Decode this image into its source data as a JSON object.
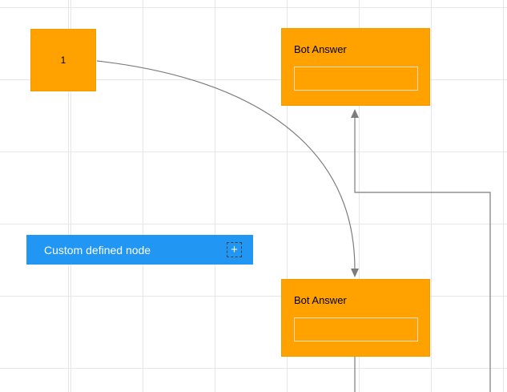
{
  "canvas": {
    "background": "#ffffff",
    "grid_color": "#e7e7e7"
  },
  "nodes": {
    "square_node": {
      "label": "1",
      "fill": "#ffa200"
    },
    "bot_answer_top": {
      "title": "Bot Answer",
      "fill": "#ffa200"
    },
    "bot_answer_bottom": {
      "title": "Bot Answer",
      "fill": "#ffa200"
    },
    "custom_node": {
      "label": "Custom defined node",
      "fill": "#2196f3",
      "plus_icon": "+"
    }
  },
  "connectors": {
    "stroke_color": "#7c7c7c"
  }
}
